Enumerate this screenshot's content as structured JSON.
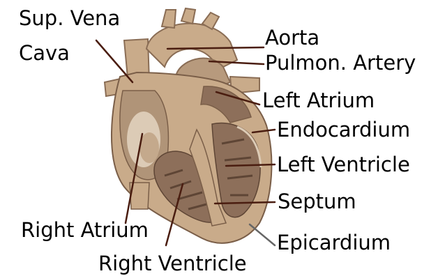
{
  "labels": {
    "sup_vena_cava_line1": "Sup. Vena",
    "sup_vena_cava_line2": "Cava",
    "aorta": "Aorta",
    "pulmon_artery": "Pulmon. Artery",
    "left_atrium": "Left Atrium",
    "endocardium": "Endocardium",
    "left_ventricle": "Left Ventricle",
    "septum": "Septum",
    "right_atrium": "Right Atrium",
    "right_ventricle": "Right Ventricle",
    "epicardium": "Epicardium"
  },
  "colors": {
    "outer_tissue": "#c9ab8a",
    "outer_dark": "#a4886c",
    "chamber_light": "#dccbb6",
    "chamber_mid": "#b09478",
    "cavity_dark": "#8d6f5a",
    "cavity_deep": "#5e4535",
    "line": "#000000",
    "epicardium_line": "#666666",
    "line_dark": "#4a1d10"
  }
}
